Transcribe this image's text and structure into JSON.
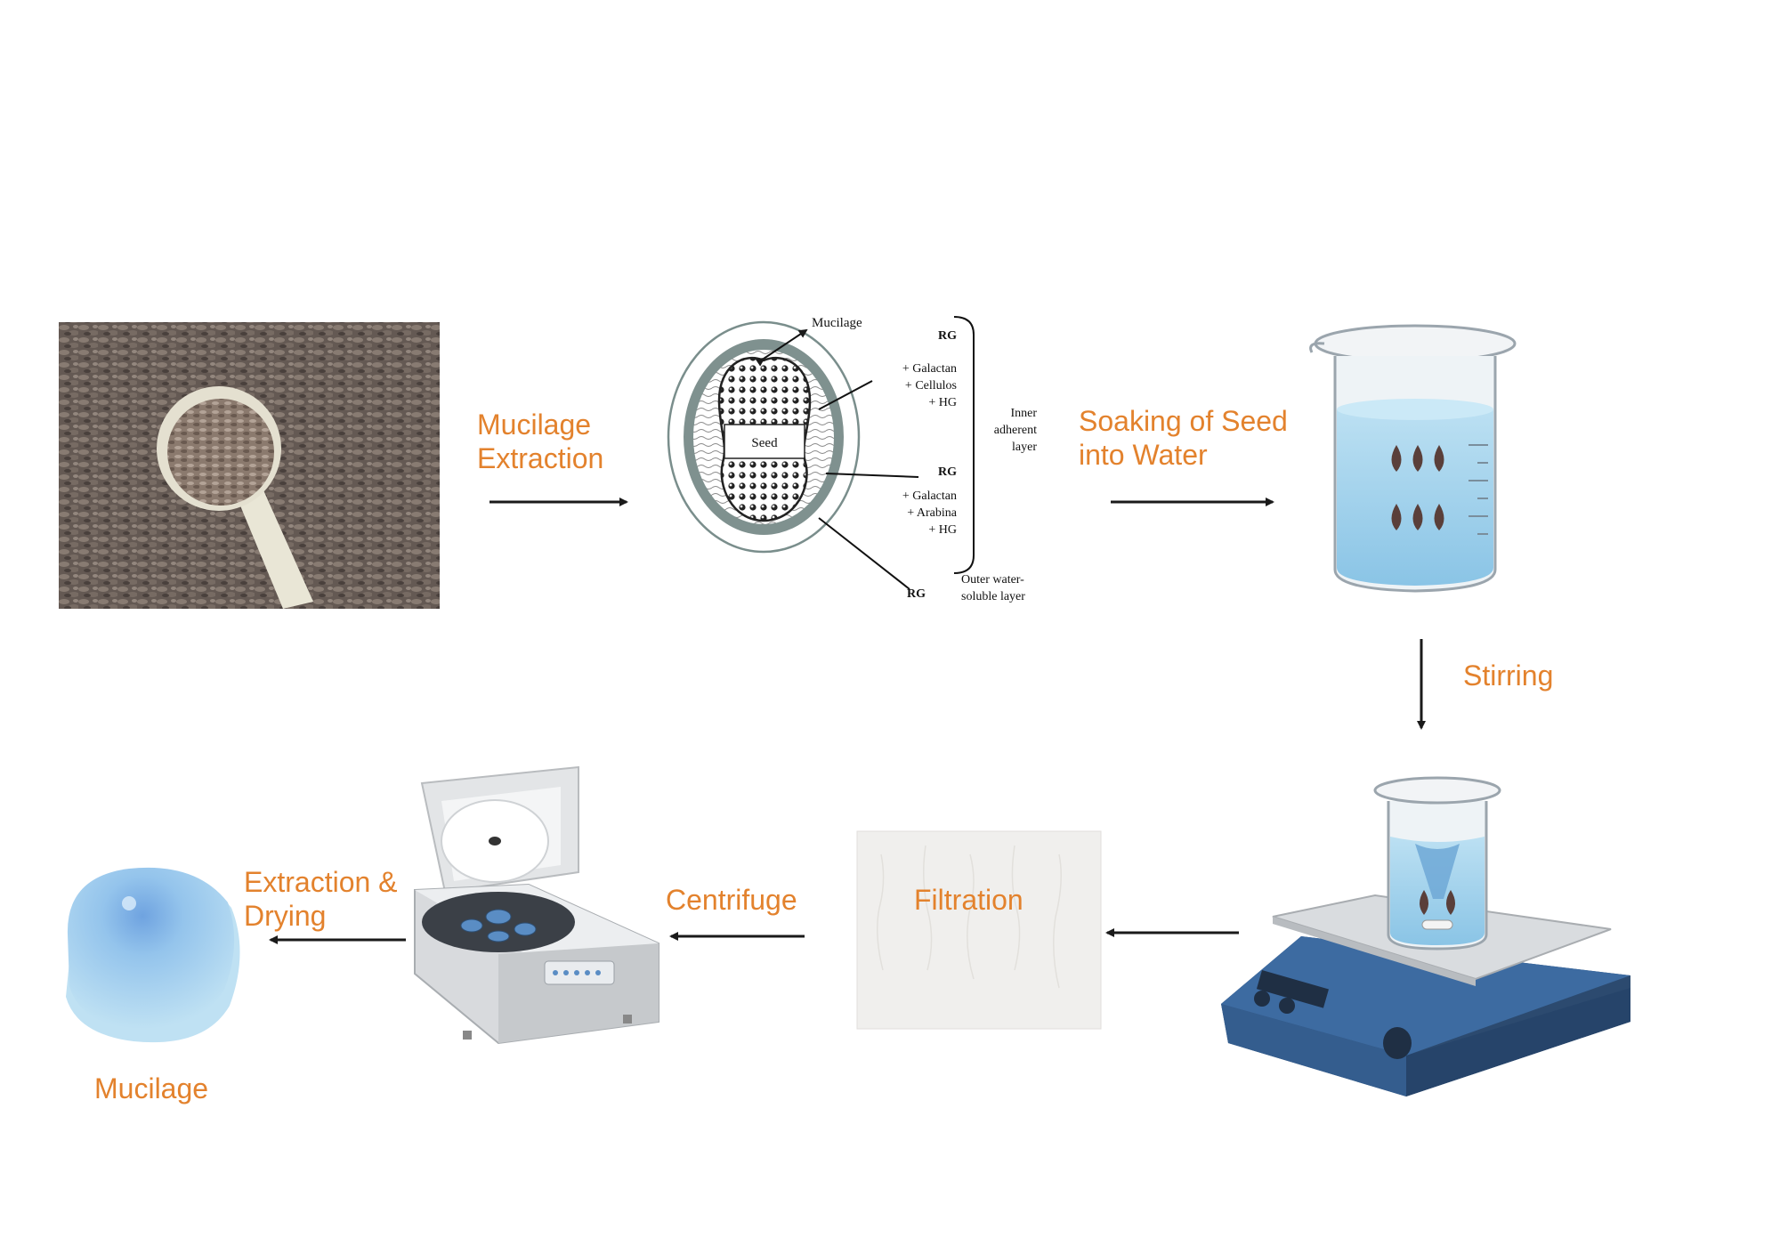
{
  "steps": {
    "mucilage_extraction": [
      "Mucilage",
      "Extraction"
    ],
    "soaking": [
      "Soaking of Seed",
      "into Water"
    ],
    "stirring": "Stirring",
    "filtration": "Filtration",
    "centrifuge": "Centrifuge",
    "extraction_drying": [
      "Extraction &",
      "Drying"
    ],
    "final_product": "Mucilage"
  },
  "seed_diagram": {
    "mucilage_label": "Mucilage",
    "seed_label": "Seed",
    "rg_top": "RG",
    "inner_composition": [
      "+ Galactan",
      "+ Cellulos",
      "+ HG"
    ],
    "inner_layer_label": [
      "Inner",
      "adherent",
      "layer"
    ],
    "rg_middle": "RG",
    "outer_composition": [
      "+ Galactan",
      "+ Arabina",
      "+ HG"
    ],
    "rg_bottom": "RG",
    "outer_layer_label": [
      "Outer water-",
      "soluble layer"
    ]
  },
  "colors": {
    "label_orange": "#e3822d",
    "arrow": "#1a1a1a",
    "stirrer_blue": "#2f5a8c",
    "water_blue": "#8fcbe8"
  },
  "icons": [
    "seed-photo",
    "seed-cross-section",
    "beaker-icon",
    "magnetic-stirrer-icon",
    "filter-paper-icon",
    "centrifuge-icon",
    "mucilage-drop-icon"
  ]
}
